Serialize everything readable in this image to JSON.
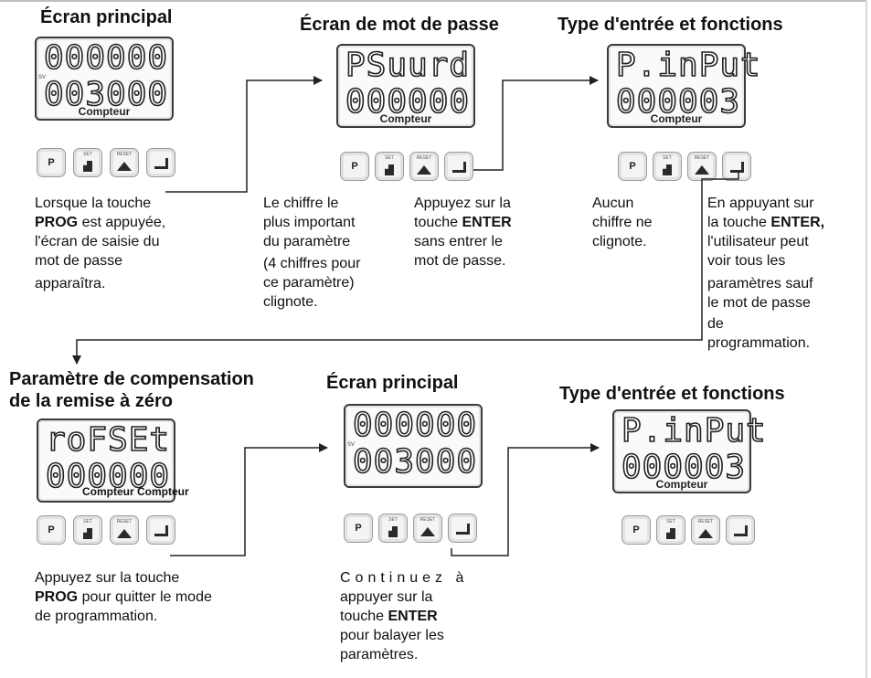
{
  "titles": {
    "t1": "Écran principal",
    "t2": "Écran de mot de passe",
    "t3": "Type d'entrée et fonctions",
    "t4a": "Paramètre de compensation",
    "t4b": "de la remise à zéro",
    "t5": "Écran principal",
    "t6": "Type d'entrée et fonctions"
  },
  "screens": {
    "s1": {
      "row1": "000000",
      "row2": "003000",
      "label": "Compteur",
      "sv": "SV"
    },
    "s2": {
      "row1": "PSuurd",
      "row2": "000000",
      "label": "Compteur"
    },
    "s3": {
      "row1": "P.inPut",
      "row2": "000003",
      "label": "Compteur"
    },
    "s4": {
      "row1": "roFSEt",
      "row2": "000000",
      "label": "Compteur Compteur"
    },
    "s5": {
      "row1": "000000",
      "row2": "003000",
      "label": "",
      "sv": "SV"
    },
    "s6": {
      "row1": "P.inPut",
      "row2": "000003",
      "label": "Compteur"
    }
  },
  "keys": {
    "p": "P",
    "set": "SET",
    "reset": "RESET"
  },
  "texts": {
    "d1_pre": "Lorsque la touche",
    "d1_bold": "PROG",
    "d1_post1": " est appuyée,",
    "d1_l3": "l'écran de saisie du",
    "d1_l4": "mot de passe",
    "d1_l5": "apparaîtra.",
    "d2_l1": "Le chiffre le",
    "d2_l2": "plus important",
    "d2_l3": "du paramètre",
    "d2_l4": "(4 chiffres pour",
    "d2_l5": "ce paramètre)",
    "d2_l6": "clignote.",
    "d3_l1": "Appuyez sur la",
    "d3_pre": "touche ",
    "d3_bold": "ENTER",
    "d3_l3": "sans entrer le",
    "d3_l4": "mot de passe.",
    "d4_l1": "Aucun",
    "d4_l2": "chiffre ne",
    "d4_l3": "clignote.",
    "d5_l1": "En appuyant sur",
    "d5_pre": "la touche ",
    "d5_bold": "ENTER,",
    "d5_l3": "l'utilisateur peut",
    "d5_l4": "voir tous les",
    "d5_l5": "paramètres sauf",
    "d5_l6": "le mot de passe",
    "d5_l7": "de",
    "d5_l8": "programmation.",
    "d6_l1": "Appuyez sur la touche",
    "d6_bold": "PROG",
    "d6_post": " pour quitter le mode",
    "d6_l3": "de programmation.",
    "d7_l1": "Continuez à",
    "d7_l2": "appuyer sur la",
    "d7_pre": "touche ",
    "d7_bold": "ENTER",
    "d7_l4": "pour balayer les",
    "d7_l5": "paramètres."
  }
}
